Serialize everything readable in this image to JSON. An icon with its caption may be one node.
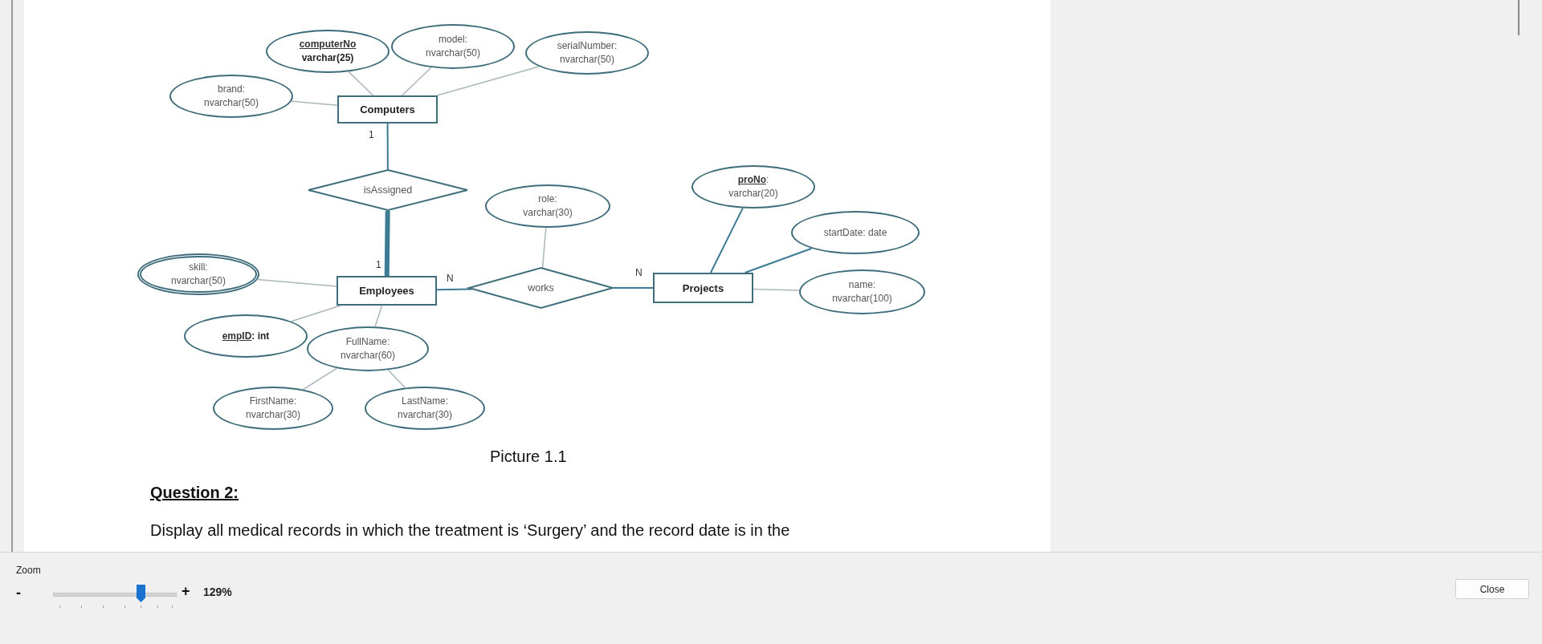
{
  "diagram": {
    "caption": "Picture 1.1",
    "nodes": [
      {
        "text": [
          "computerNo varchar(25)"
        ]
      },
      {
        "text": [
          "model: nvarchar(50)"
        ]
      },
      {
        "text": [
          "serialNumber: nvarchar(50)"
        ]
      },
      {
        "text": [
          "brand: nvarchar(50)"
        ]
      },
      {
        "text": [
          "Computers"
        ]
      },
      {
        "text": [
          "isAssigned"
        ]
      },
      {
        "text": [
          "proNo: varchar(20)"
        ]
      },
      {
        "text": [
          "role: varchar(30)"
        ]
      },
      {
        "text": [
          "startDate: date"
        ]
      },
      {
        "text": [
          "skill: nvarchar(50)"
        ]
      },
      {
        "text": [
          "Employees"
        ]
      },
      {
        "text": [
          "works"
        ]
      },
      {
        "text": [
          "Projects"
        ]
      },
      {
        "text": [
          "name: nvarchar(100)"
        ]
      },
      {
        "text": [
          "empID: int"
        ]
      },
      {
        "text": [
          "FullName: nvarchar(60)"
        ]
      },
      {
        "text": [
          "FirstName: nvarchar(30)"
        ]
      },
      {
        "text": [
          "LastName: nvarchar(30)"
        ]
      }
    ],
    "edges": [
      {
        "from": 4,
        "to": 0,
        "arrow": "none"
      },
      {
        "from": 4,
        "to": 1,
        "arrow": "none"
      },
      {
        "from": 4,
        "to": 2,
        "arrow": "none"
      },
      {
        "from": 4,
        "to": 3,
        "arrow": "none"
      },
      {
        "from": 4,
        "to": 5,
        "arrow": "none",
        "label": "1",
        "color": "#3d7a94"
      },
      {
        "from": 5,
        "to": 10,
        "arrow": "none",
        "label": "1",
        "style": "thick",
        "color": "#3d7a94"
      },
      {
        "from": 10,
        "to": 11,
        "arrow": "none",
        "label": "N",
        "color": "#3d7a94"
      },
      {
        "from": 11,
        "to": 12,
        "arrow": "none",
        "label": "N",
        "color": "#3d7a94"
      },
      {
        "from": 7,
        "to": 11,
        "arrow": "none"
      },
      {
        "from": 12,
        "to": 6,
        "arrow": "none",
        "color": "#3d7a94"
      },
      {
        "from": 12,
        "to": 8,
        "arrow": "none",
        "color": "#3d7a94"
      },
      {
        "from": 12,
        "to": 13,
        "arrow": "none"
      },
      {
        "from": 10,
        "to": 9,
        "arrow": "none"
      },
      {
        "from": 10,
        "to": 14,
        "arrow": "none"
      },
      {
        "from": 10,
        "to": 15,
        "arrow": "none"
      },
      {
        "from": 15,
        "to": 16,
        "arrow": "none"
      },
      {
        "from": 15,
        "to": 17,
        "arrow": "none"
      }
    ],
    "labels": [
      "Question 2:",
      "Display all medical records in which the treatment is ‘Surgery’ and the record date is in the",
      "Zoom",
      "-",
      "+",
      "129%",
      "Close"
    ]
  }
}
